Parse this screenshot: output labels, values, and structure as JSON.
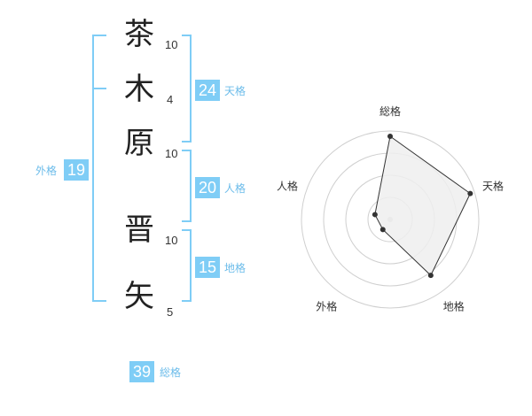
{
  "name_chars": [
    {
      "char": "茶",
      "strokes": "10"
    },
    {
      "char": "木",
      "strokes": "4"
    },
    {
      "char": "原",
      "strokes": "10"
    },
    {
      "char": "晋",
      "strokes": "10"
    },
    {
      "char": "矢",
      "strokes": "5"
    }
  ],
  "scores": {
    "tenkaku": {
      "label": "天格",
      "value": "24"
    },
    "jinkaku": {
      "label": "人格",
      "value": "20"
    },
    "chikaku": {
      "label": "地格",
      "value": "15"
    },
    "gaikaku": {
      "label": "外格",
      "value": "19"
    },
    "soukaku": {
      "label": "総格",
      "value": "39"
    }
  },
  "colors": {
    "badge_bg": "#7fcdf6",
    "badge_label": "#6cbcea",
    "bracket": "#7fcdf6",
    "radar_fill": "#eeeeee",
    "radar_line": "#333333"
  },
  "chart_data": {
    "type": "radar",
    "axes": [
      "総格",
      "天格",
      "地格",
      "外格",
      "人格"
    ],
    "values": [
      0.94,
      0.95,
      0.78,
      0.14,
      0.18
    ],
    "rings": 4,
    "grid": true
  }
}
